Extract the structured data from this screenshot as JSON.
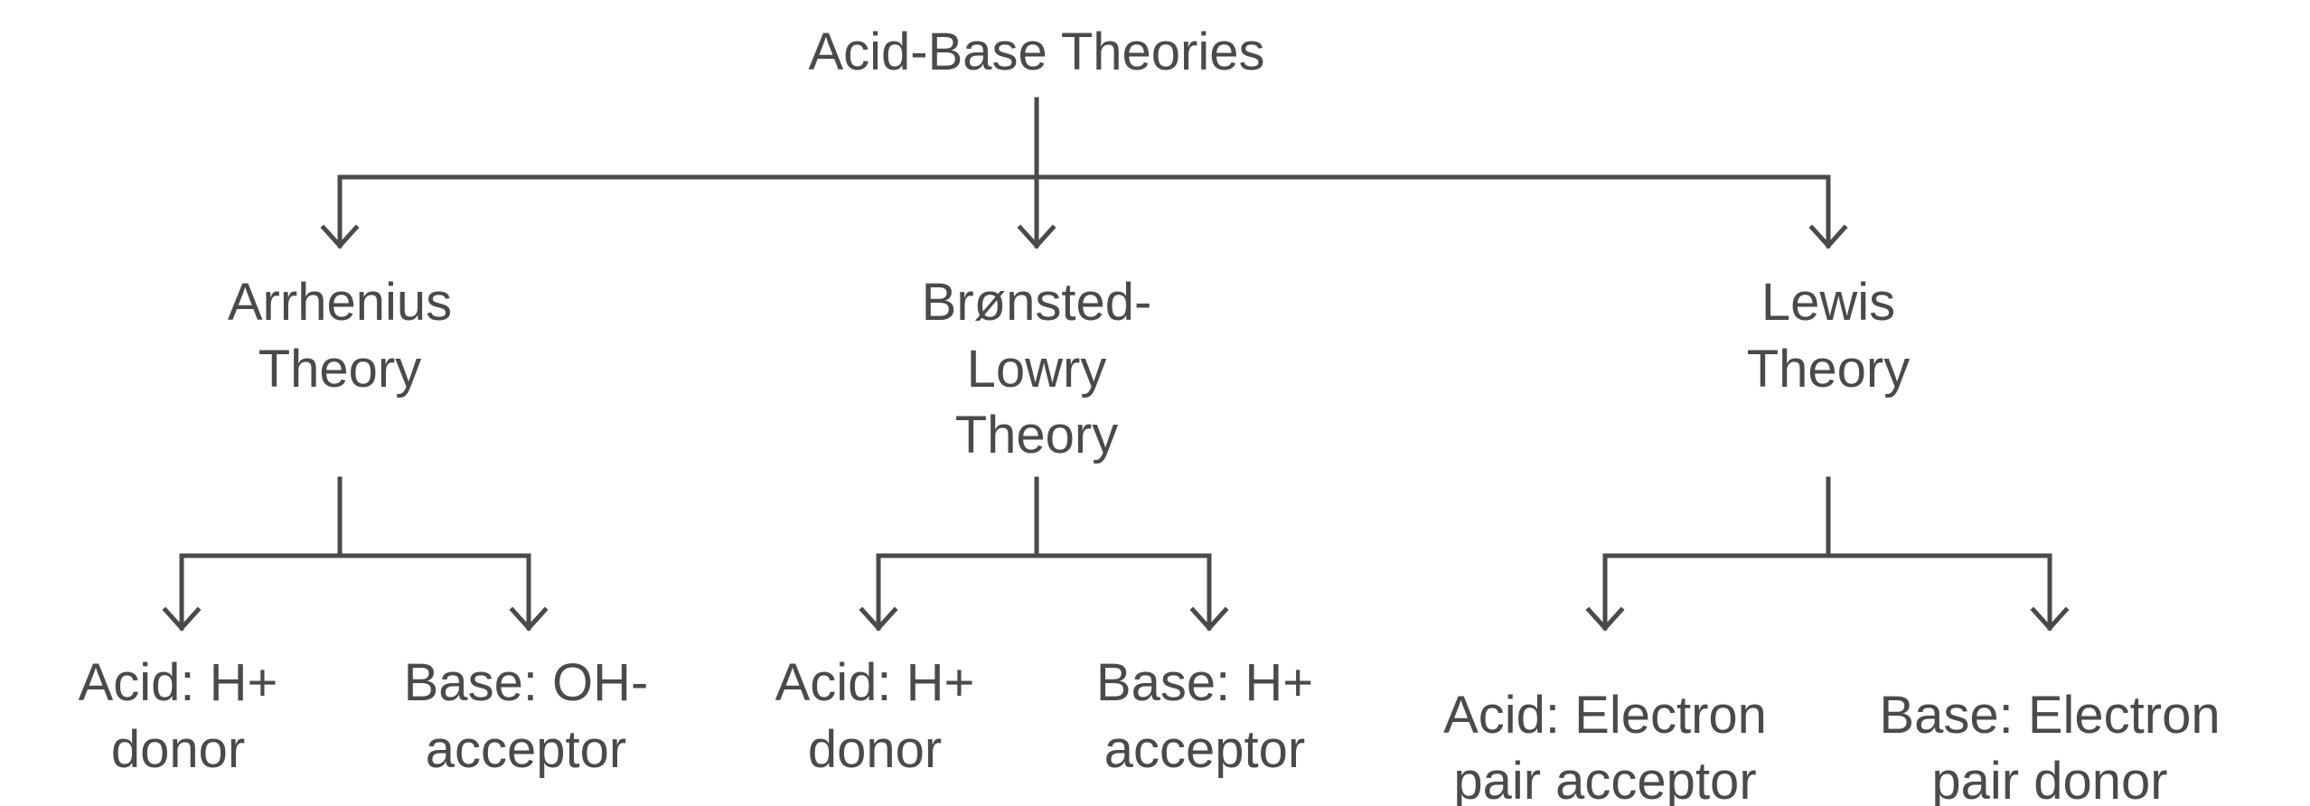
{
  "diagram": {
    "root": {
      "label": "Acid-Base Theories"
    },
    "theories": [
      {
        "label_lines": [
          "Arrhenius",
          "Theory"
        ],
        "children": [
          {
            "label_lines": [
              "Acid: H+",
              "donor"
            ]
          },
          {
            "label_lines": [
              "Base: OH-",
              "acceptor"
            ]
          }
        ]
      },
      {
        "label_lines": [
          "Brønsted-",
          "Lowry",
          "Theory"
        ],
        "children": [
          {
            "label_lines": [
              "Acid: H+",
              "donor"
            ]
          },
          {
            "label_lines": [
              "Base: H+",
              "acceptor"
            ]
          }
        ]
      },
      {
        "label_lines": [
          "Lewis",
          "Theory"
        ],
        "children": [
          {
            "label_lines": [
              "Acid: Electron",
              "pair acceptor"
            ]
          },
          {
            "label_lines": [
              "Base: Electron",
              "pair donor"
            ]
          }
        ]
      }
    ],
    "colors": {
      "text": "#4a4a4a",
      "lines": "#4a4a4a",
      "background": "#ffffff"
    }
  }
}
